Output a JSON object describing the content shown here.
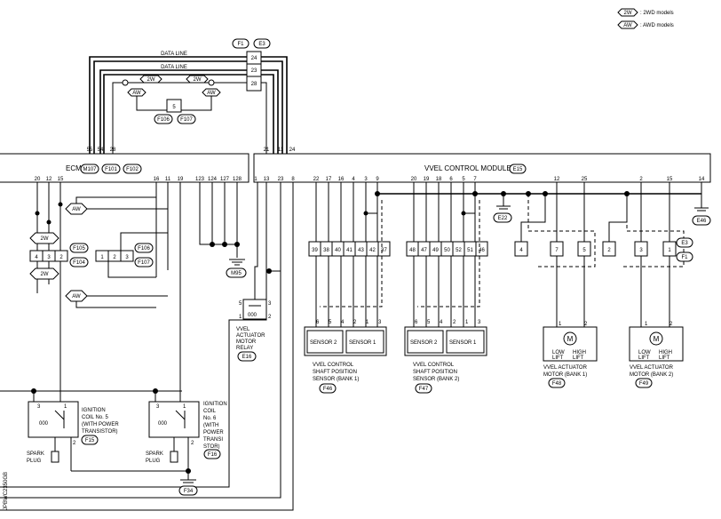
{
  "legend": [
    {
      "tag": "2W",
      "text": ": 2WD models"
    },
    {
      "tag": "AW",
      "text": ": AWD models"
    }
  ],
  "top_connectors": [
    "F1",
    "E3"
  ],
  "data_line_label": "DATA LINE",
  "data_line_pins": [
    "24",
    "23",
    "28"
  ],
  "option_tags": {
    "two_wd": "2W",
    "awd": "AW"
  },
  "joint_pin": "5",
  "joint_connectors": [
    "F106",
    "F107"
  ],
  "ecm": {
    "label": "ECM",
    "connectors": [
      "M107",
      "F101",
      "F102"
    ],
    "top_pins": [
      "55",
      "54",
      "28"
    ],
    "bottom_pins": [
      "20",
      "12",
      "15",
      "16",
      "11",
      "19",
      "123",
      "124",
      "127",
      "128"
    ]
  },
  "vvel": {
    "label": "VVEL CONTROL MODULE",
    "connector": "E15",
    "top_pins": [
      "21",
      "11",
      "24"
    ],
    "bottom_pins": [
      "1",
      "13",
      "23",
      "8",
      "22",
      "17",
      "16",
      "4",
      "3",
      "9",
      "20",
      "19",
      "18",
      "6",
      "5",
      "7",
      "12",
      "25",
      "2",
      "15",
      "14"
    ]
  },
  "left_joint": {
    "connectors": [
      "F105",
      "F104"
    ],
    "pins_a": [
      "4",
      "3",
      "2"
    ],
    "pins_b": [
      "1",
      "2",
      "3"
    ],
    "connectors_b": [
      "F106",
      "F107"
    ]
  },
  "ground_labels": [
    "M95",
    "E22",
    "E46",
    "F34"
  ],
  "row_connectors": [
    "E3",
    "F1"
  ],
  "row_pins_bank1": [
    "39",
    "38",
    "40",
    "41",
    "43",
    "42",
    "37"
  ],
  "row_pins_bank2": [
    "48",
    "47",
    "49",
    "50",
    "52",
    "51",
    "46"
  ],
  "row_pins_motor": [
    "4",
    "7",
    "5",
    "2",
    "3",
    "1"
  ],
  "relay": {
    "pins_top": [
      "5",
      "3"
    ],
    "pins_bottom": [
      "1",
      "2"
    ],
    "label": [
      "VVEL",
      "ACTUATOR",
      "MOTOR",
      "RELAY"
    ],
    "connector": "E16"
  },
  "sensor_bank1": {
    "pins": [
      "6",
      "5",
      "4",
      "2",
      "1",
      "3"
    ],
    "sub": [
      "SENSOR 2",
      "SENSOR 1"
    ],
    "label": [
      "VVEL CONTROL",
      "SHAFT POSITION",
      "SENSOR (BANK 1)"
    ],
    "connector": "F46"
  },
  "sensor_bank2": {
    "pins": [
      "6",
      "5",
      "4",
      "2",
      "1",
      "3"
    ],
    "sub": [
      "SENSOR 2",
      "SENSOR 1"
    ],
    "label": [
      "VVEL CONTROL",
      "SHAFT POSITION",
      "SENSOR (BANK 2)"
    ],
    "connector": "F47"
  },
  "motor_bank1": {
    "pins": [
      "1",
      "2"
    ],
    "symbol": "M",
    "lift": [
      "LOW",
      "LIFT",
      "HIGH",
      "LIFT"
    ],
    "label": [
      "VVEL ACTUATOR",
      "MOTOR (BANK 1)"
    ],
    "connector": "F48"
  },
  "motor_bank2": {
    "pins": [
      "1",
      "2"
    ],
    "symbol": "M",
    "lift": [
      "LOW",
      "LIFT",
      "HIGH",
      "LIFT"
    ],
    "label": [
      "VVEL ACTUATOR",
      "MOTOR (BANK 2)"
    ],
    "connector": "F49"
  },
  "coil5": {
    "pins": [
      "3",
      "1",
      "2"
    ],
    "label": [
      "IGNITION",
      "COIL No. 5",
      "(WITH POWER",
      "TRANSISTOR)"
    ],
    "connector": "F15",
    "plug": [
      "SPARK",
      "PLUG"
    ]
  },
  "coil6": {
    "pins": [
      "3",
      "1",
      "2"
    ],
    "label": [
      "IGNITION",
      "COIL",
      "No. 6",
      "(WITH",
      "POWER",
      "TRANSI",
      "STOR)"
    ],
    "connector": "F16",
    "plug": [
      "SPARK",
      "PLUG"
    ]
  },
  "coil_symbol": "000",
  "diagram_id": "JPBWC2350GB"
}
